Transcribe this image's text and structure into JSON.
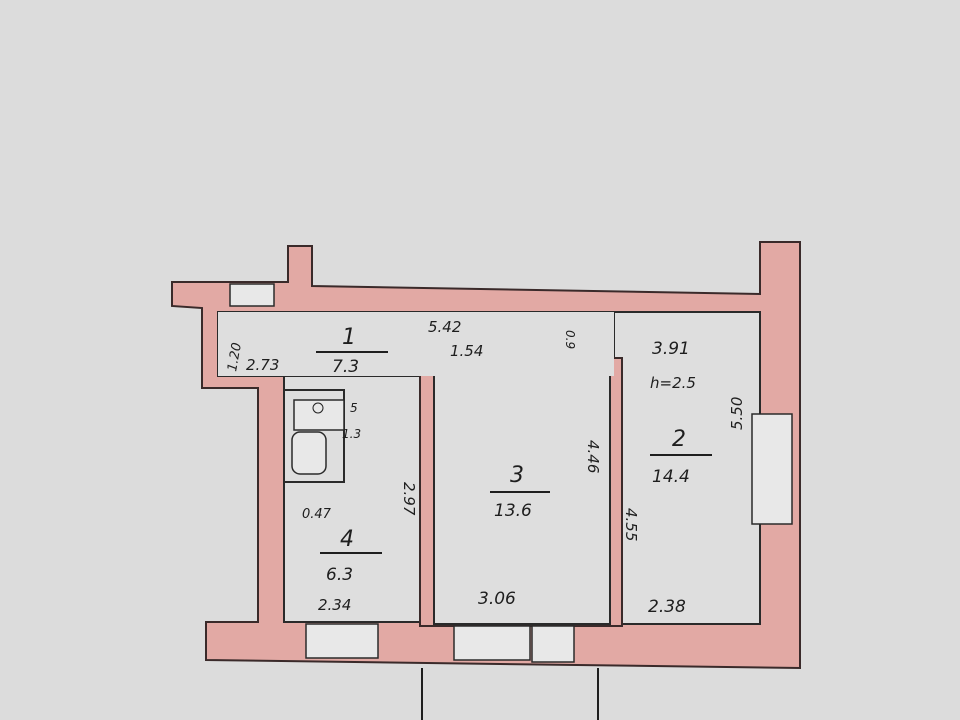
{
  "rooms": [
    {
      "number": "1",
      "area": "7.3"
    },
    {
      "number": "2",
      "area": "14.4"
    },
    {
      "number": "3",
      "area": "13.6"
    },
    {
      "number": "4",
      "area": "6.3"
    },
    {
      "number": "5",
      "area": "1.3"
    }
  ],
  "dimensions": {
    "hall_height": "1.20",
    "hall_width": "2.73",
    "corridor_length": "5.42",
    "door_width": "1.54",
    "small": "0.9",
    "room2_width": "3.91",
    "ceiling_height": "h=2.5",
    "room2_length": "5.50",
    "room3_length": "4.46",
    "room3_width": "3.06",
    "room2_side": "4.55",
    "room2_bottom": "2.38",
    "kitchen_length": "2.97",
    "kitchen_offset": "0.47",
    "kitchen_width": "2.34"
  }
}
